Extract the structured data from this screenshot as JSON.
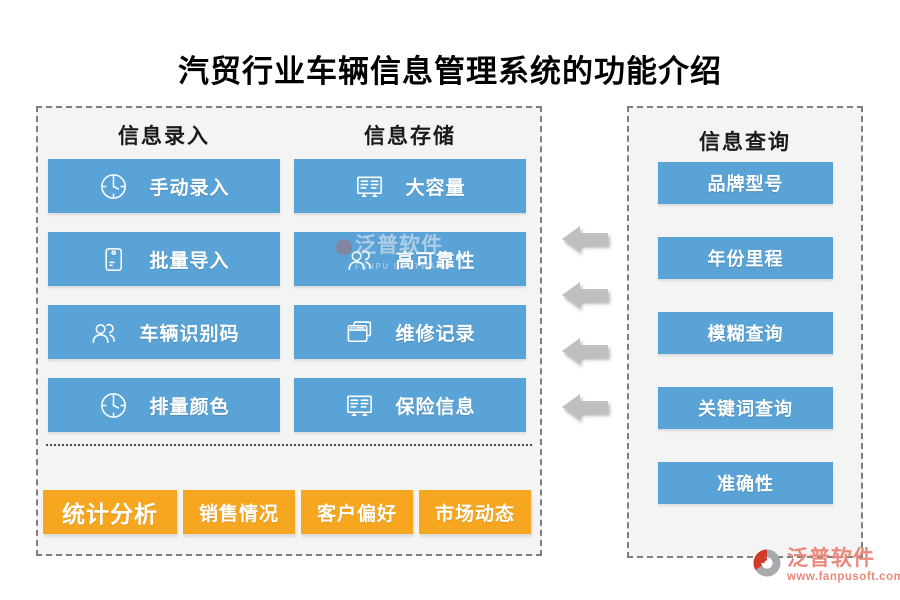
{
  "title": "汽贸行业车辆信息管理系统的功能介绍",
  "left_panel": {
    "columns": [
      {
        "header": "信息录入",
        "buttons": [
          {
            "label": "手动录入",
            "icon": "clock-icon"
          },
          {
            "label": "批量导入",
            "icon": "pouch-icon"
          },
          {
            "label": "车辆识别码",
            "icon": "users-icon"
          },
          {
            "label": "排量颜色",
            "icon": "clock-icon"
          }
        ]
      },
      {
        "header": "信息存储",
        "buttons": [
          {
            "label": "大容量",
            "icon": "panel-icon"
          },
          {
            "label": "高可靠性",
            "icon": "users-icon"
          },
          {
            "label": "维修记录",
            "icon": "windows-icon"
          },
          {
            "label": "保险信息",
            "icon": "panel-icon"
          }
        ]
      }
    ],
    "footer_buttons": [
      {
        "label": "统计分析"
      },
      {
        "label": "销售情况"
      },
      {
        "label": "客户偏好"
      },
      {
        "label": "市场动态"
      }
    ]
  },
  "right_panel": {
    "header": "信息查询",
    "buttons": [
      {
        "label": "品牌型号"
      },
      {
        "label": "年份里程"
      },
      {
        "label": "模糊查询"
      },
      {
        "label": "关键词查询"
      },
      {
        "label": "准确性"
      }
    ]
  },
  "arrows": {
    "direction": "left",
    "count": 4
  },
  "watermark": {
    "text": "泛普软件",
    "subtext": "FANPU SOFTWARE"
  },
  "logo": {
    "name": "泛普软件",
    "url": "www.fanpusoft.com"
  },
  "colors": {
    "button_blue": "#5AA3D6",
    "button_orange": "#F7A71F",
    "arrow_gray": "#BFBFBF",
    "panel_background": "#F4F4F5",
    "dashed_border": "#7E7E7E",
    "logo_coral": "#E9897C",
    "title_color": "#000000"
  }
}
